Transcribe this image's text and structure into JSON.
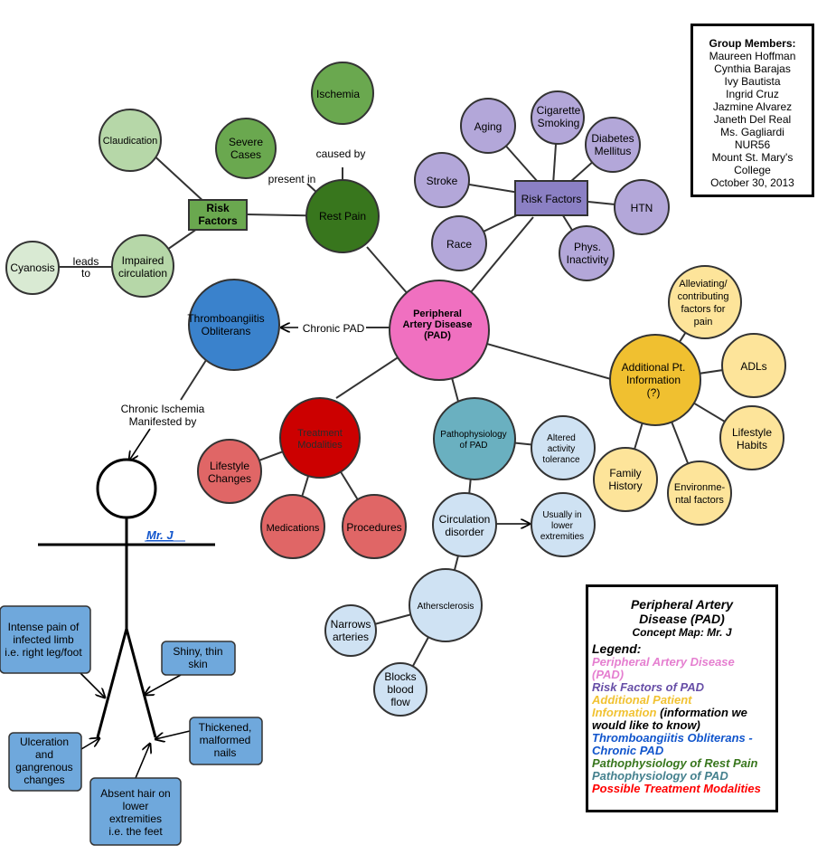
{
  "nodes": {
    "pad": "Peripheral\nArtery Disease\n(PAD)",
    "ischemia": "Ischemia",
    "severe_cases": "Severe\nCases",
    "claudication": "Claudication",
    "rest_pain": "Rest Pain",
    "risk_factors_green": "Risk\nFactors",
    "impaired_circulation": "Impaired\ncirculation",
    "cyanosis": "Cyanosis",
    "aging": "Aging",
    "cigarette_smoking": "Cigarette\nSmoking",
    "diabetes_mellitus": "Diabetes\nMellitus",
    "stroke": "Stroke",
    "risk_factors_purple": "Risk Factors",
    "htn": "HTN",
    "race": "Race",
    "phys_inactivity": "Phys.\nInactivity",
    "thromboangiitis": "Thromboangiitis\nObliterans",
    "alleviating": "Alleviating/\ncontributing\nfactors for\npain",
    "additional_info": "Additional Pt.\nInformation\n(?)",
    "adls": "ADLs",
    "lifestyle_habits": "Lifestyle\nHabits",
    "family_history": "Family\nHistory",
    "environmental": "Environme-\nntal factors",
    "treatment": "Treatment\nModalities",
    "lifestyle_changes": "Lifestyle\nChanges",
    "medications": "Medications",
    "procedures": "Procedures",
    "pathophysiology": "Pathophysiology\nof PAD",
    "altered_activity": "Altered\nactivity\ntolerance",
    "circulation_disorder": "Circulation\ndisorder",
    "usually_lower": "Usually in\nlower\nextremities",
    "atherosclerosis": "Athersclerosis",
    "narrows_arteries": "Narrows\narteries",
    "blocks_blood_flow": "Blocks\nblood\nflow"
  },
  "link_labels": {
    "caused_by": "caused by",
    "present_in": "present in",
    "leads_to": "leads\nto",
    "chronic_pad": "Chronic PAD",
    "chronic_ischemia": "Chronic Ischemia\nManifested by"
  },
  "figure": {
    "name": "Mr. J"
  },
  "symptoms": {
    "intense_pain": "Intense pain of\ninfected limb\ni.e. right leg/foot",
    "shiny_skin": "Shiny, thin\nskin",
    "thickened_nails": "Thickened,\nmalformed\nnails",
    "ulceration": "Ulceration\nand\ngangrenous\nchanges",
    "absent_hair": "Absent hair on\nlower\nextremities\ni.e. the feet"
  },
  "group_members": {
    "header": "Group Members:",
    "lines": [
      "Maureen Hoffman",
      "Cynthia Barajas",
      "Ivy Bautista",
      "Ingrid Cruz",
      "Jazmine Alvarez",
      "Janeth Del Real",
      "Ms. Gagliardi",
      "NUR56",
      "Mount St. Mary's",
      "College",
      "October 30, 2013"
    ]
  },
  "legend": {
    "title": "Peripheral Artery\nDisease (PAD)",
    "subtitle": "Concept Map: Mr. J",
    "legend_label": "Legend:",
    "pad_line": "Peripheral Artery Disease\n(PAD)",
    "risk_line": "Risk Factors of PAD",
    "additional_line": "Additional Patient\nInformation",
    "additional_suffix": " (information we\nwould like to know)",
    "thrombo_line": "Thromboangiitis Obliterans -\nChronic PAD",
    "rest_pain_line": "Pathophysiology of Rest Pain",
    "patho_line": "Pathophysiology of PAD",
    "treatment_line": "Possible Treatment Modalities"
  },
  "colors": {
    "pad": "#f070c0",
    "risk_purple": "#b3a7d9",
    "risk_box_purple": "#8b80c4",
    "additional": "#f0c030",
    "additional_light": "#fde49a",
    "thrombo": "#3a82cc",
    "symptom_box": "#6fa8dc",
    "green_dark": "#38761d",
    "green_mid": "#6aa84f",
    "green_light": "#b6d7a8",
    "green_pale": "#d9ead3",
    "treatment": "#cc0000",
    "treatment_light": "#e06666",
    "patho": "#6ab0c0",
    "patho_light": "#cfe2f3",
    "legend_pad": "#e57fd0",
    "legend_risk": "#674ea7",
    "legend_additional": "#f1c232",
    "legend_thrombo": "#1155cc",
    "legend_rest": "#38761d",
    "legend_patho": "#45818e",
    "legend_treatment": "#ff0000",
    "name_link": "#1155cc"
  }
}
